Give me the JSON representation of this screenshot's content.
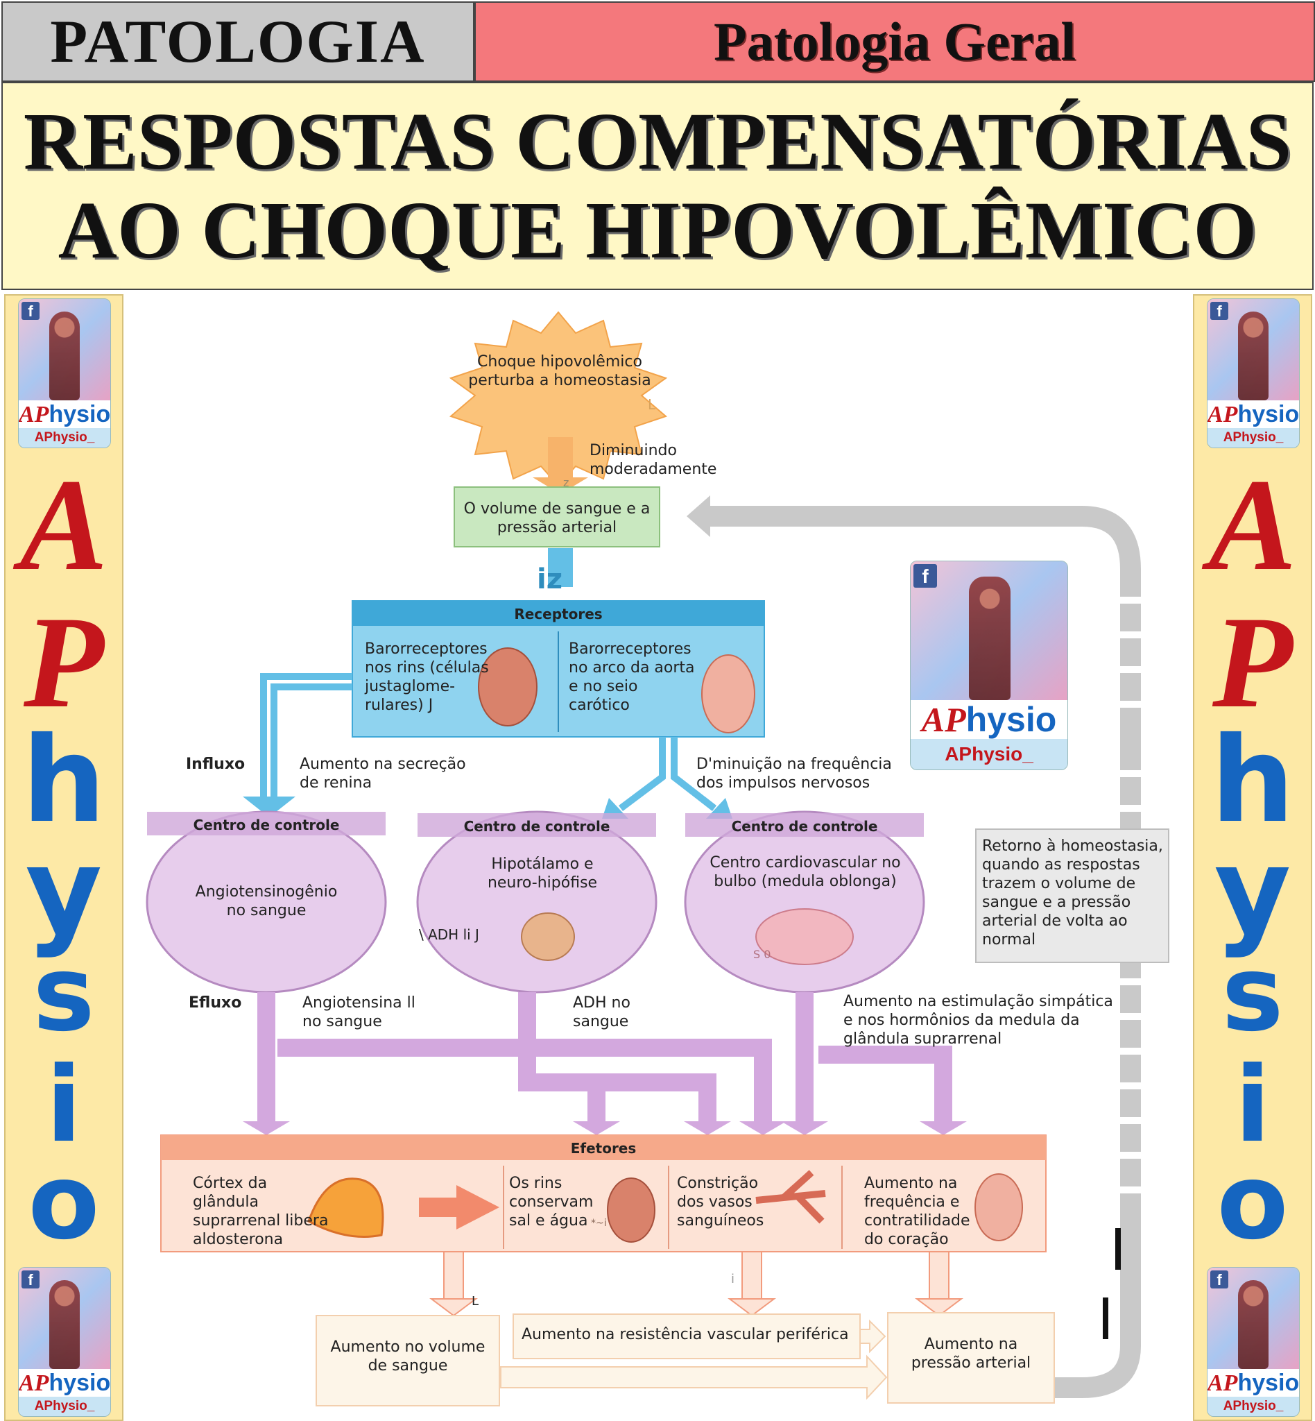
{
  "header": {
    "subject": "PATOLOGIA",
    "topic": "Patologia Geral",
    "title_line1": "RESPOSTAS COMPENSATÓRIAS",
    "title_line2": "AO CHOQUE HIPOVOLÊMICO"
  },
  "branding": {
    "side_letters": [
      "A",
      "P",
      "h",
      "y",
      "s",
      "i",
      "o"
    ],
    "badge_ap": "AP",
    "badge_hysio": "hysio",
    "badge_handle": "APhysio_",
    "fb_letter": "f"
  },
  "diagram": {
    "stimulus": "Choque hipovolêmico perturba a homeostasia",
    "stimulus_mark": "L",
    "decrease_label": "Diminuindo moderadamente",
    "decrease_mark": "z",
    "variable": "O volume de sangue e a pressão arterial",
    "variable_mark": "iz",
    "receptors_title": "Receptores",
    "receptor_left": "Barorreceptores nos rins (células justaglome-rulares) J",
    "receptor_right": "Barorreceptores no arco da aorta e no seio carótico",
    "influx_label": "Influxo",
    "renin_label": "Aumento na secreção de renina",
    "nerve_label": "D'minuição na frequência dos impulsos nervosos",
    "control_title": "Centro de controle",
    "control_left": "Angiotensinogênio no sangue",
    "control_middle": "Hipotálamo e neuro-hipófise",
    "adh_label": "\\ ADH li J",
    "control_right": "Centro cardiovascular no bulbo (medula oblonga)",
    "control_right_mark": "S 0",
    "efflux_label": "Efluxo",
    "angiotensin_label": "Angiotensina ll no sangue",
    "adh_blood_label": "ADH no sangue",
    "sympathetic_label": "Aumento na estimulação simpática e nos hormônios da medula da glândula suprarrenal",
    "return_label": "Retorno à homeostasia, quando as respostas trazem o volume de sangue e a pressão arterial de volta ao normal",
    "effectors_title": "Efetores",
    "effector_1": "Córtex da glândula suprarrenal libera aldosterona",
    "effector_2": "Os rins conservam sal e água",
    "effector_2_mark": "*~i",
    "effector_3": "Constrição dos vasos sanguíneos",
    "effector_4": "Aumento na frequência e contratilidade do coração",
    "result_1": "Aumento no volume de sangue",
    "result_1_mark": "L",
    "result_2": "Aumento na resistência vascular periférica",
    "result_2_mark": "i",
    "result_3": "Aumento na pressão arterial"
  },
  "colors": {
    "header_gray": "#c9c9c9",
    "header_red": "#f4787c",
    "title_bg": "#fff8c6",
    "side_bg": "#fde9a6",
    "letter_red": "#c4161c",
    "letter_blue": "#1565c0",
    "receptor_blue": "#63bfe6",
    "control_purple": "#d9b3e0",
    "effector_salmon": "#fbd7c3",
    "variable_green": "#c9e8c0",
    "stimulus_orange": "#fbc37a"
  }
}
